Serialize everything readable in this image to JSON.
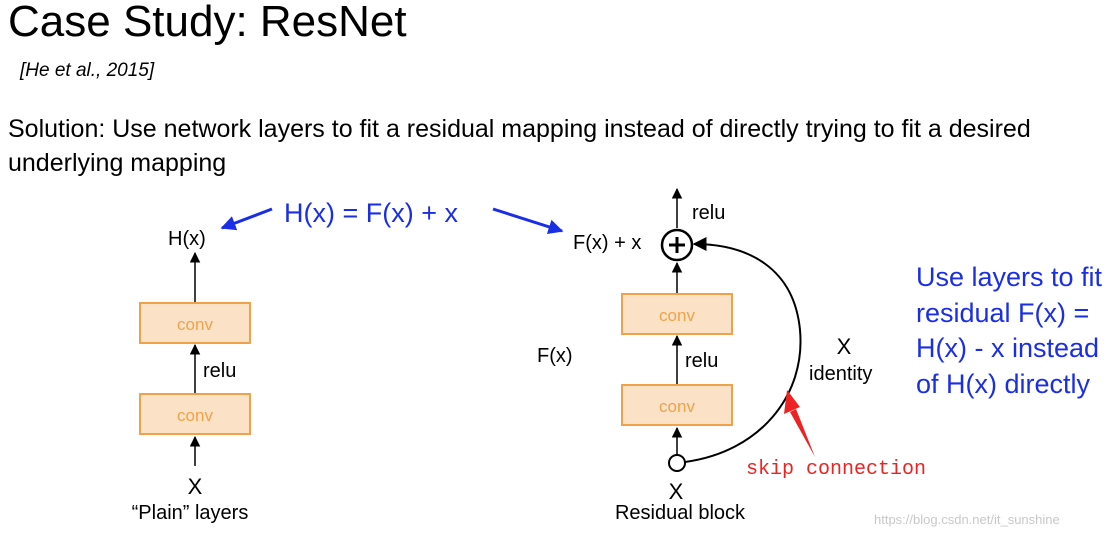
{
  "slide": {
    "title": "Case Study: ResNet",
    "citation": "[He et al., 2015]",
    "solution": "Solution: Use network layers to fit a residual mapping instead of directly trying to fit a desired underlying mapping"
  },
  "center_equation": "H(x) = F(x) + x",
  "plain": {
    "output": "H(x)",
    "conv_top": "conv",
    "relu": "relu",
    "conv_bottom": "conv",
    "input": "X",
    "caption": "“Plain” layers"
  },
  "residual": {
    "relu_top": "relu",
    "sum": "F(x) + x",
    "conv_top": "conv",
    "relu": "relu",
    "conv_bottom": "conv",
    "fx": "F(x)",
    "x_label": "X",
    "identity": "identity",
    "input": "X",
    "caption": "Residual block"
  },
  "note": "Use layers to fit residual F(x) = H(x) - x instead of H(x) directly",
  "annotation": "skip connection",
  "watermark": "https://blog.csdn.net/it_sunshine",
  "colors": {
    "blue": "#1a2ee6",
    "conv_fill": "#fbe2c6",
    "conv_stroke": "#f0a24a",
    "red": "#ee2222"
  }
}
